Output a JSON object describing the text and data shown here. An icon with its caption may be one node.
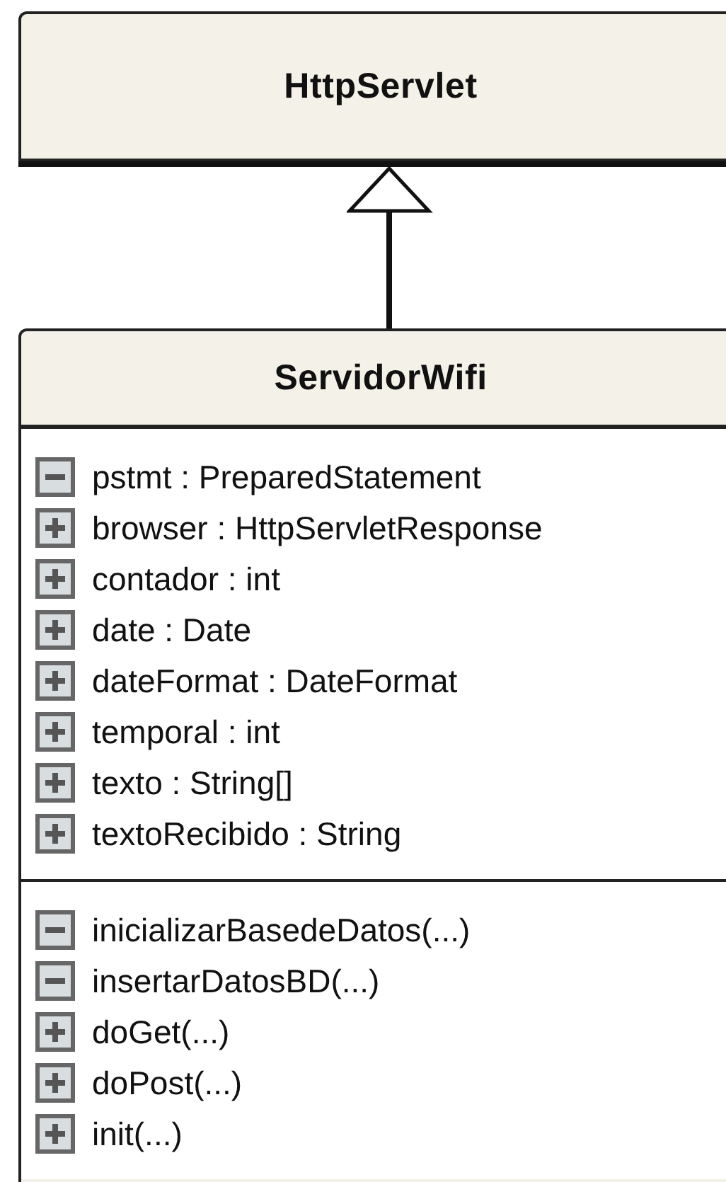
{
  "diagram": {
    "nodes": [
      {
        "text": [
          "HttpServlet"
        ]
      },
      {
        "text": [
          "ServidorWifi",
          "pstmt : PreparedStatement",
          "browser : HttpServletResponse",
          "contador : int",
          "date : Date",
          "dateFormat : DateFormat",
          "temporal : int",
          "texto : String[]",
          "textoRecibido : String",
          "inicializarBasedeDatos(...)",
          "insertarDatosBD(...)",
          "doGet(...)",
          "doPost(...)",
          "init(...)"
        ]
      }
    ],
    "edges": [
      {
        "from": 1,
        "to": 0,
        "arrow": "to"
      }
    ]
  }
}
